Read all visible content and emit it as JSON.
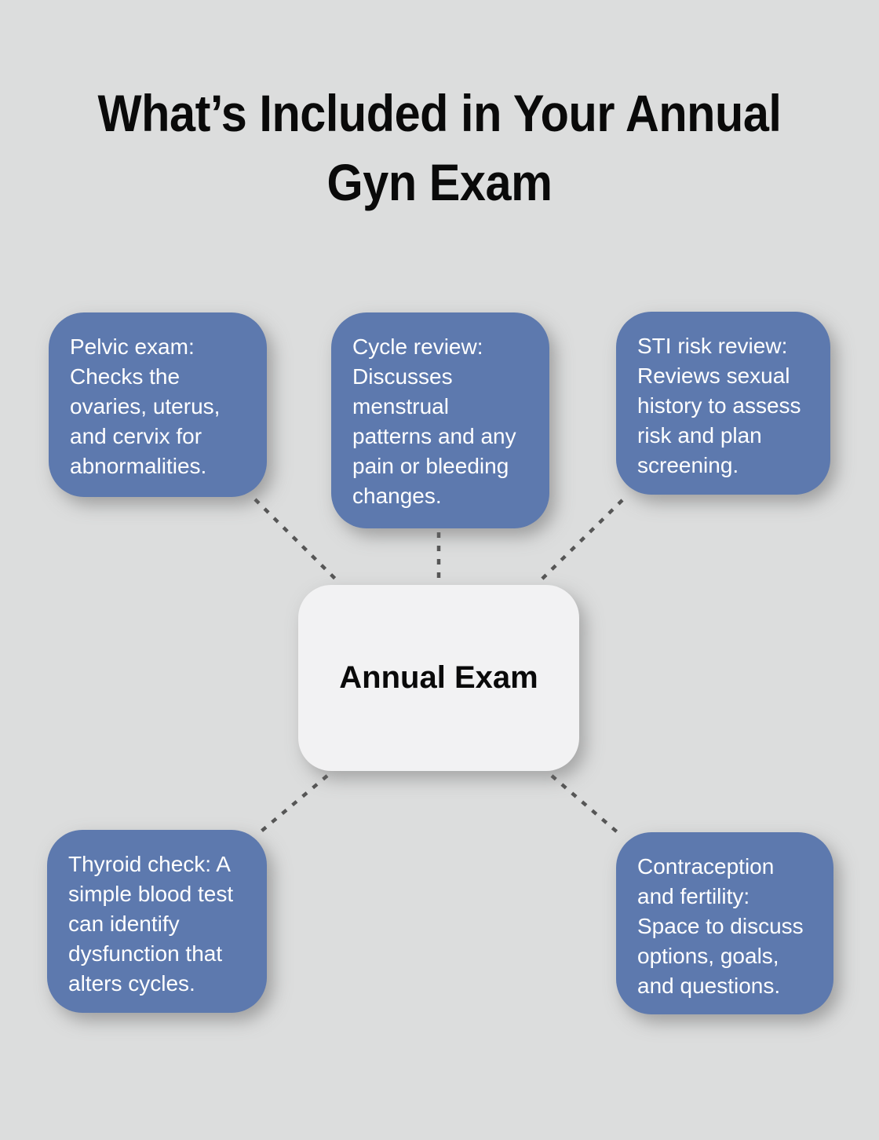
{
  "title": {
    "line1": "What’s Included in Your Annual",
    "line2": "Gyn Exam"
  },
  "center_node": {
    "label": "Annual Exam"
  },
  "nodes": [
    {
      "id": "pelvic-exam",
      "text": "Pelvic exam: Checks the ovaries, uterus, and cervix for abnormalities."
    },
    {
      "id": "cycle-review",
      "text": "Cycle review: Discusses menstrual patterns and any pain or bleeding changes."
    },
    {
      "id": "sti-risk-review",
      "text": "STI risk review: Reviews sexual history to assess risk and plan screening."
    },
    {
      "id": "thyroid-check",
      "text": "Thyroid check: A simple blood test can identify dysfunction that alters cycles."
    },
    {
      "id": "contraception-fertility",
      "text": "Contraception and fertility: Space to discuss options, goals, and questions."
    }
  ],
  "colors": {
    "background": "#dcdddd",
    "node_fill": "#5d79ae",
    "node_text": "#ffffff",
    "center_fill": "#f2f2f3",
    "center_text": "#0a0a0a",
    "connector": "#565656",
    "title_text": "#0a0a0a"
  }
}
